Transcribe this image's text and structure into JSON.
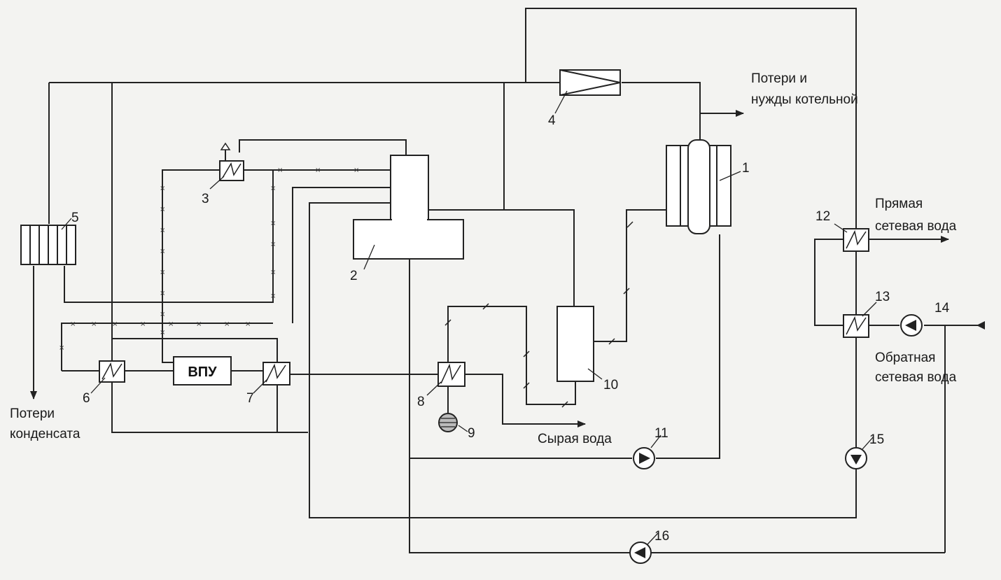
{
  "labels": {
    "boiler_losses_1": "Потери и",
    "boiler_losses_2": "нужды котельной",
    "direct_water_1": "Прямая",
    "direct_water_2": "сетевая вода",
    "return_water_1": "Обратная",
    "return_water_2": "сетевая вода",
    "condensate_losses_1": "Потери",
    "condensate_losses_2": "конденсата",
    "raw_water": "Сырая вода",
    "vpu": "ВПУ"
  },
  "numbers": {
    "n1": "1",
    "n2": "2",
    "n3": "3",
    "n4": "4",
    "n5": "5",
    "n6": "6",
    "n7": "7",
    "n8": "8",
    "n9": "9",
    "n10": "10",
    "n11": "11",
    "n12": "12",
    "n13": "13",
    "n14": "14",
    "n15": "15",
    "n16": "16"
  },
  "colors": {
    "line": "#222222",
    "background": "#f3f3f1"
  }
}
